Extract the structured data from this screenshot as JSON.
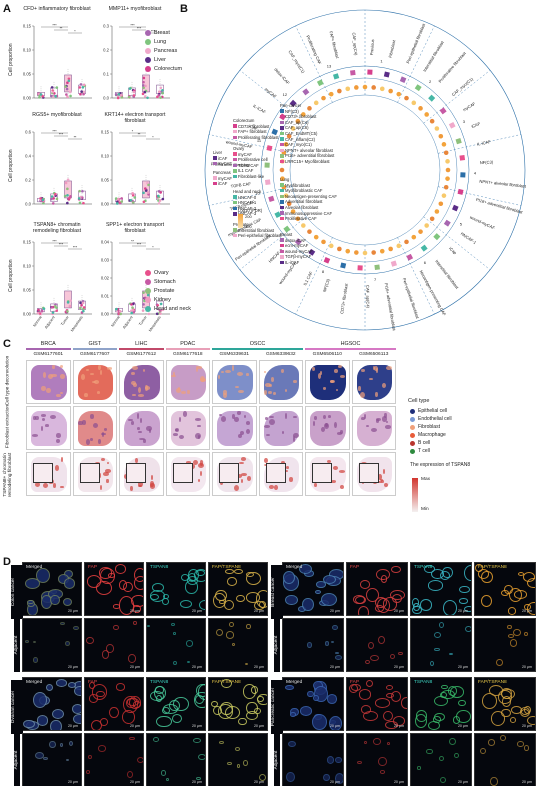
{
  "panels": {
    "a": "A",
    "b": "B",
    "c": "C",
    "d": "D"
  },
  "colors": {
    "breast": "#a766b0",
    "lung": "#7fc57e",
    "pancreas": "#f0a9cb",
    "liver": "#5a2d87",
    "colorectum": "#d63f8c",
    "ovary": "#e8508c",
    "stomach": "#c65aa4",
    "prostate": "#8fc07c",
    "kidney": "#f09bc0",
    "head_neck": "#46b7a6"
  },
  "panel_a": {
    "ylabel": "Cell proportion",
    "xticks": [
      "Normal",
      "Adjacent",
      "Tumor",
      "Metastasis"
    ],
    "legend1": [
      "Breast",
      "Lung",
      "Pancreas",
      "Liver",
      "Colorectum"
    ],
    "legend2": [
      "Ovary",
      "Stomach",
      "Prostate",
      "Kidney",
      "Head and neck"
    ],
    "plots": [
      {
        "title": "CFD+ inflammatory fibroblast",
        "yticks": [
          "0.15",
          "0.10",
          "0.05",
          "0.00"
        ],
        "sig": [
          "***",
          "**",
          "*"
        ]
      },
      {
        "title": "MMP11+ myofibroblast",
        "yticks": [
          "0.3",
          "0.2",
          "0.1",
          "0.0"
        ],
        "sig": [
          "***",
          "***",
          "***"
        ]
      },
      {
        "title": "RGS5+ myofibroblast",
        "yticks": [
          "0.6",
          "0.4",
          "0.2",
          "0.0"
        ],
        "sig": [
          "***",
          "***",
          "**"
        ]
      },
      {
        "title": "KRT14+ electron transport fibroblast",
        "yticks": [
          "0.15",
          "0.10",
          "0.05",
          "0.00"
        ],
        "sig": [
          "*",
          "**",
          "*"
        ]
      },
      {
        "title": "TSPAN8+ chromatin remodeling fibroblast",
        "yticks": [
          "0.15",
          "0.10",
          "0.05",
          "0.00"
        ],
        "sig": [
          "***",
          "***",
          "***"
        ]
      },
      {
        "title": "SPP1+ electron transport fibroblast",
        "yticks": [
          "0.04",
          "0.03",
          "0.02",
          "0.01",
          "0.00"
        ],
        "sig": [
          "**",
          "***",
          "*"
        ]
      }
    ]
  },
  "panel_b": {
    "legend_pan": [
      "Pan-cancer",
      "NF(C3)",
      "CD73+ fibroblast",
      "CAF_ap(C4)",
      "CAF_ap(C6)",
      "CAF_EndMT(C5)",
      "CAF_inflam(C2)",
      "CAF_myo(C1)",
      "NPNT+ alveolar fibroblast",
      "PI16+ adventitial fibroblast",
      "LRRC15+ Myofibroblast"
    ],
    "legend_crc": [
      "Colorectum",
      "CD73+ fibroblast",
      "FAP+ fibroblast",
      "Proliferating fibroblast"
    ],
    "legend_ovary": [
      "Ovary",
      "myCAF",
      "Proliferative cell",
      "TGFB CAF",
      "IL1 CAF",
      "Fibroblast-like"
    ],
    "legend_hn": [
      "Head and neck",
      "HNCAF-0",
      "HNCAF-1",
      "HNCAF-2",
      "HNCAF-3"
    ],
    "legend_prostate": [
      "Prostate",
      "Interstitial fibroblast",
      "Peri-epithelial fibroblast"
    ],
    "legend_liver": [
      "Liver",
      "iCAF",
      "myCAF"
    ],
    "legend_pancreas": [
      "Pancreas",
      "myCAF",
      "iCAF"
    ],
    "legend_lung": [
      "Lung",
      "Myofibroblast",
      "Myofibroblastic CAF",
      "Neoantigen-presenting CAF",
      "Adventitial fibroblast",
      "Alveolar fibroblast",
      "Immunosuppressive CAF",
      "Proliferative CAF"
    ],
    "legend_breast": [
      "Breast",
      "detox-iCAF",
      "ecm-myCAF",
      "wound-myCAF",
      "TGFβ-myCAF",
      "IL-iCAF"
    ],
    "fdr_title": "Log10 (FDR)",
    "fdr_ticks": [
      "200",
      "100"
    ],
    "outer_labels": [
      "Previous",
      "Fibroblast",
      "Peri-epithelial fibroblast",
      "Interstitial fibroblast",
      "Proliferative fibroblast",
      "CAF_myo(C1)",
      "myCAF",
      "iCAF",
      "IL-iCAF",
      "NF(C3)",
      "NPNT+ alveolar fibroblast",
      "PI16+ adventitial fibroblast",
      "wound-myCAF",
      "HNCAF-1",
      "iCap",
      "Interstitial fibroblast",
      "Neoantigen-presenting CAF",
      "Peri-epithelial fibroblast",
      "PI16+ adventitial fibroblast",
      "CAF_ap(C4)",
      "CD73+ fibroblast",
      "NF(C3)",
      "IL1 CAF",
      "wound-myCAF",
      "HNCAF-0",
      "Peri-epithelial fibroblast",
      "myofibroblastic CAF",
      "TGFβ-myCAF",
      "TGFB CAF",
      "Proliferative fibroblast",
      "wound-myCAF",
      "iCAF",
      "IL-iCAF",
      "myCAF",
      "detox-iCAF",
      "CAF_myo(C1)",
      "Proliferating CAF",
      "FAP+ fibroblast",
      "CAF_ap(C4)"
    ],
    "ring_numbers": [
      "1",
      "2",
      "3",
      "4",
      "5",
      "6",
      "7",
      "8",
      "9",
      "10",
      "11",
      "12",
      "13"
    ]
  },
  "panel_c": {
    "columns": [
      {
        "cancer": "BRCA",
        "color": "#a766b0",
        "gsm": "GSM6177601"
      },
      {
        "cancer": "GIST",
        "color": "#8fa3c9",
        "gsm": "GSM6177607"
      },
      {
        "cancer": "LIHC",
        "color": "#c14a6a",
        "gsm": "GSM6177612"
      },
      {
        "cancer": "PDAC",
        "color": "#e8a0b8",
        "gsm": "GSM6177618"
      },
      {
        "cancer": "OSCC",
        "color": "#2ea69a",
        "gsm": "GSM6339631"
      },
      {
        "cancer": "OSCC",
        "color": "#2ea69a",
        "gsm": "GSM6339632"
      },
      {
        "cancer": "HGSOC",
        "color": "#d678c4",
        "gsm": "GSM6506110"
      },
      {
        "cancer": "HGSOC",
        "color": "#d678c4",
        "gsm": "GSM6506113"
      }
    ],
    "rows": [
      "Cell type deconvolution",
      "Fibroblast extraction",
      "TSPAN8+ chromatin remodeling fibroblast"
    ],
    "celltype_title": "Cell type",
    "celltypes": [
      {
        "name": "Epithelial cell",
        "color": "#1e2f7a"
      },
      {
        "name": "Endothelial cell",
        "color": "#7a9ad6"
      },
      {
        "name": "Fibroblast",
        "color": "#f0a07a"
      },
      {
        "name": "Macrophage",
        "color": "#e85c3a"
      },
      {
        "name": "B cell",
        "color": "#b8362e"
      },
      {
        "name": "T cell",
        "color": "#2d8a3e"
      }
    ],
    "expr_title": "The expression of TSPAN8",
    "expr_max": "Max",
    "expr_min": "Min"
  },
  "panel_d": {
    "blocks": [
      {
        "tissue": "Colon cancer",
        "adjacent": "Adjacent"
      },
      {
        "tissue": "Breast cancer",
        "adjacent": "Adjacent"
      },
      {
        "tissue": "Ovarian cancer",
        "adjacent": "Adjacent"
      },
      {
        "tissue": "Pancreatic cancer",
        "adjacent": "Adjacent"
      }
    ],
    "channels": [
      "Merged",
      "FAP",
      "TSPAN8",
      "FAP/TSPAN8"
    ],
    "scale": "20 μm"
  }
}
